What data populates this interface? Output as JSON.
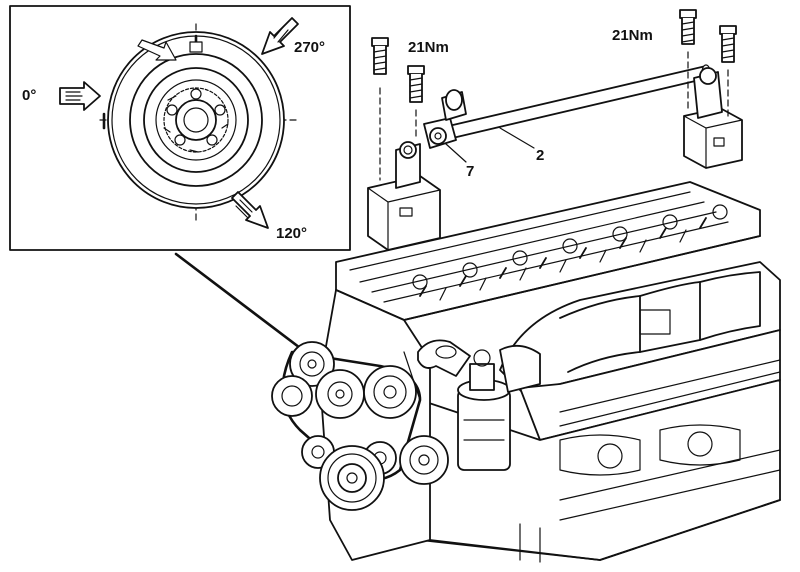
{
  "detail": {
    "angle_0": "0°",
    "angle_120": "120°",
    "angle_270": "270°"
  },
  "torque": {
    "left": "21Nm",
    "right": "21Nm"
  },
  "callouts": {
    "shaft": "2",
    "bracket": "7"
  },
  "colors": {
    "ink": "#111111",
    "paper": "#ffffff"
  }
}
